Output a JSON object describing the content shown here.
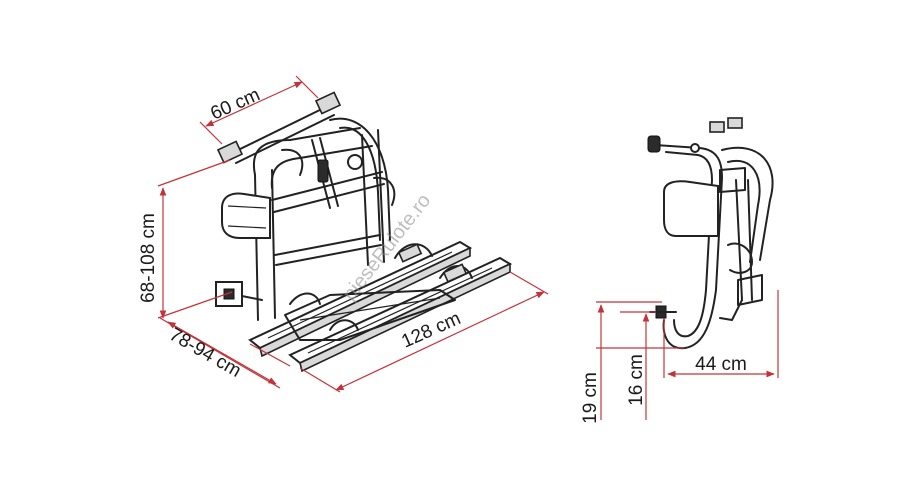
{
  "diagram": {
    "front_view": {
      "width_label": "60 cm",
      "height_label": "68-108 cm",
      "depth_label": "78-94 cm",
      "length_label": "128 cm"
    },
    "side_view": {
      "offset_label_a": "19 cm",
      "offset_label_b": "16 cm",
      "depth_label": "44 cm"
    },
    "watermark": "pieseRulote.ro",
    "colors": {
      "dimension_line": "#c2343b",
      "line_art": "#222222",
      "text": "#1a1a1a"
    }
  }
}
